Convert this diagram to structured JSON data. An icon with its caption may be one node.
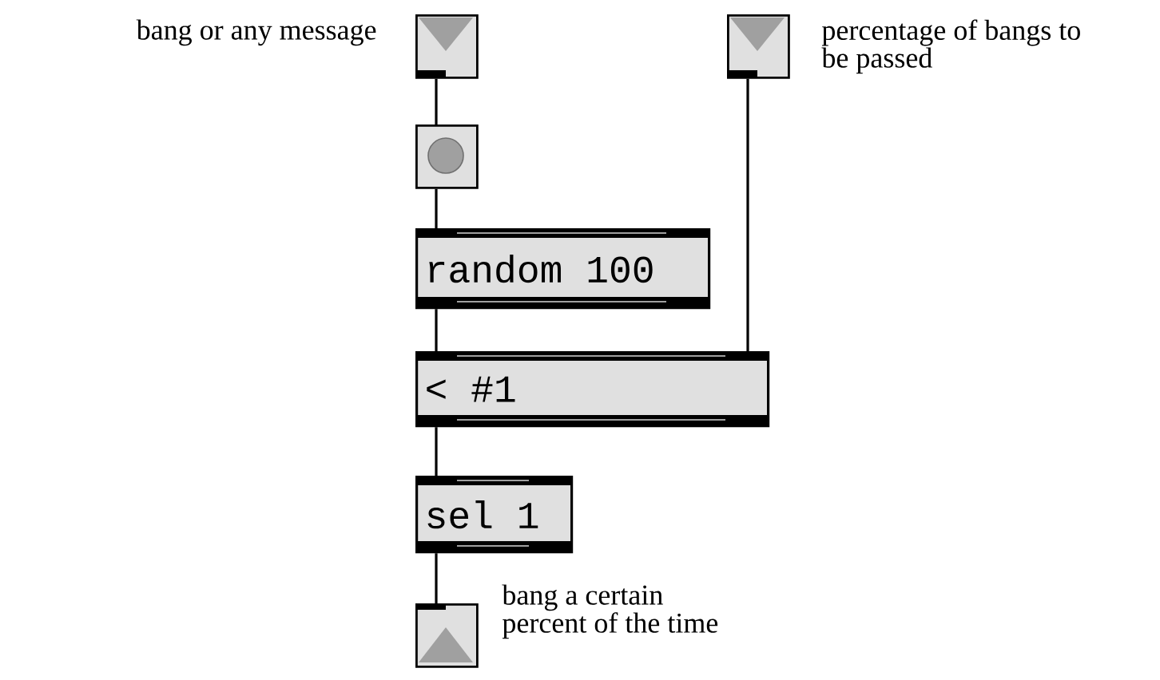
{
  "diagram": {
    "nodes": [
      {
        "text": [],
        "shape": "box",
        "beside": [
          "bang or any message"
        ]
      },
      {
        "text": [],
        "shape": "box",
        "beside": [
          "percentage of bangs to be passed"
        ]
      },
      {
        "text": [],
        "shape": "box"
      },
      {
        "text": [
          "random 100"
        ]
      },
      {
        "text": [
          "< #1"
        ]
      },
      {
        "text": [
          "sel 1"
        ]
      },
      {
        "text": [],
        "shape": "box",
        "beside": [
          "bang a certain percent of the time"
        ]
      }
    ],
    "edges": [
      {
        "from": 0,
        "to": 2,
        "arrow": "none"
      },
      {
        "from": 2,
        "to": 3,
        "arrow": "none"
      },
      {
        "from": 3,
        "to": 4,
        "arrow": "none"
      },
      {
        "from": 1,
        "to": 4,
        "arrow": "none"
      },
      {
        "from": 4,
        "to": 5,
        "arrow": "none"
      },
      {
        "from": 5,
        "to": 6,
        "arrow": "none"
      }
    ]
  }
}
